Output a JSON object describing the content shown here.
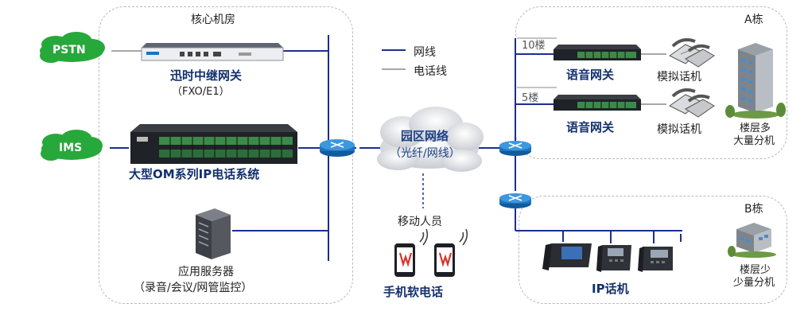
{
  "regions": {
    "core_room": "核心机房",
    "building_a": "A栋",
    "building_b": "B栋"
  },
  "legend": {
    "network_line": "网线",
    "phone_line": "电话线"
  },
  "nodes": {
    "pstn": "PSTN",
    "ims": "IMS",
    "xunshi_gateway": "迅时中继网关",
    "xunshi_gateway_sub": "（FXO/E1）",
    "om_system": "大型OM系列IP电话系统",
    "app_server": "应用服务器",
    "app_server_sub": "（录音/会议/网管监控）",
    "campus_net": "园区网络",
    "campus_net_sub": "（光纤/网线）",
    "mobile_staff": "移动人员",
    "softphone": "手机软电话",
    "floor_10": "10楼",
    "floor_5": "5楼",
    "voice_gw_1": "语音网关",
    "voice_gw_2": "语音网关",
    "analog_phone_1": "模拟话机",
    "analog_phone_2": "模拟话机",
    "bldg_a_desc_1": "楼层多",
    "bldg_a_desc_2": "大量分机",
    "ip_phone": "IP话机",
    "bldg_b_desc_1": "楼层少",
    "bldg_b_desc_2": "少量分机"
  },
  "colors": {
    "network_line": "#1c2f8c",
    "phone_line": "#8a8a8a",
    "cloud_green": "#27a83a",
    "router_blue": "#1a74c0",
    "label_blue": "#12306e"
  }
}
